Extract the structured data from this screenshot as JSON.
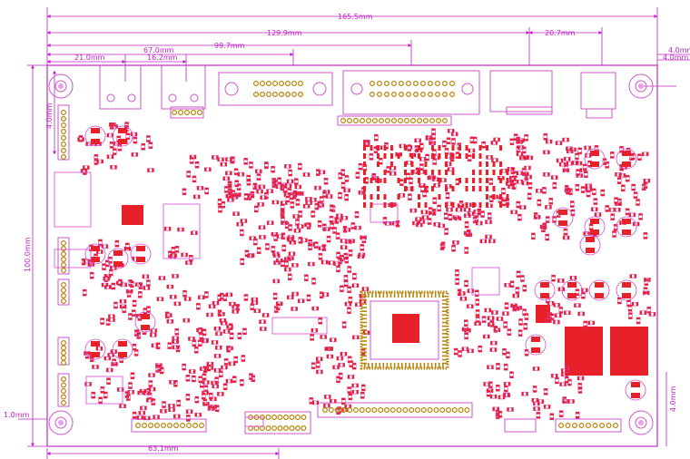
{
  "dimensions": {
    "width_total": "165.5mm",
    "width_a": "129.9mm",
    "width_b": "99.7mm",
    "width_c": "67.0mm",
    "width_d": "21.0mm",
    "width_e": "16.2mm",
    "width_f": "20.7mm",
    "right_offset_a": "4.0mm",
    "right_offset_b": "4.0mm",
    "height_total": "100.0mm",
    "left_top_offset": "4.0mm",
    "left_bottom_offset": "1.0mm",
    "right_bottom_offset": "4.0mm",
    "bottom_width": "63.1mm"
  },
  "colors": {
    "dimension": "#c21fc9",
    "silkscreen": "#d44ad0",
    "pad": "#e8202a",
    "board_edge": "#cc55cc",
    "pin": "#b8860b"
  }
}
